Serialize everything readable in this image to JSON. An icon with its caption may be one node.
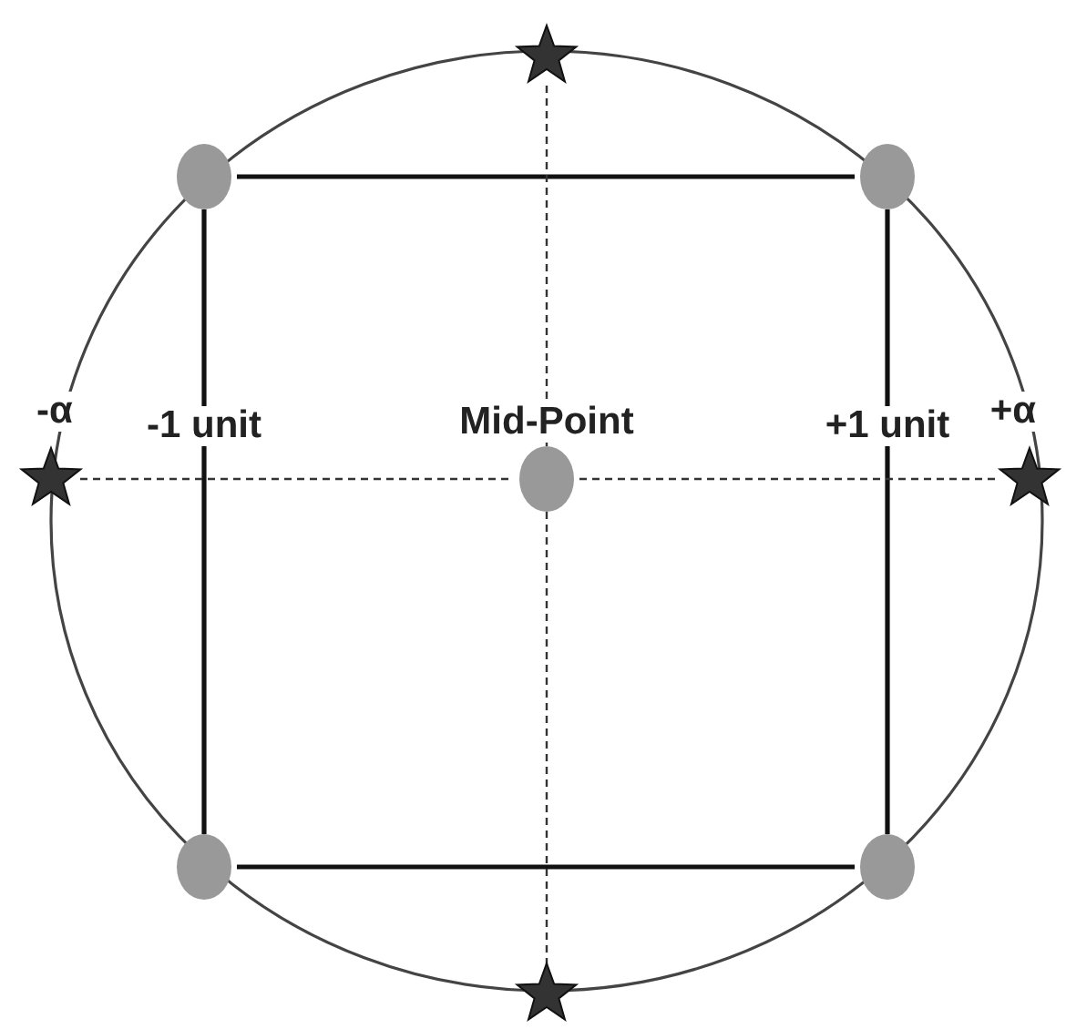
{
  "diagram": {
    "nodes": [
      {
        "text": [],
        "shape": "star"
      },
      {
        "text": [],
        "shape": "circle"
      },
      {
        "text": [],
        "shape": "circle"
      },
      {
        "text": [],
        "shape": "star"
      },
      {
        "text": [],
        "shape": "circle"
      },
      {
        "text": [],
        "shape": "star"
      },
      {
        "text": [],
        "shape": "circle"
      },
      {
        "text": [],
        "shape": "circle"
      },
      {
        "text": [],
        "shape": "star"
      }
    ],
    "edges": [
      {
        "from": 1,
        "to": 2,
        "arrow": "none"
      },
      {
        "from": 2,
        "to": 7,
        "arrow": "none"
      },
      {
        "from": 7,
        "to": 6,
        "arrow": "none"
      },
      {
        "from": 6,
        "to": 1,
        "arrow": "none"
      },
      {
        "from": 3,
        "to": 4,
        "arrow": "none",
        "style": "dashed"
      },
      {
        "from": 4,
        "to": 5,
        "arrow": "none",
        "style": "dashed"
      },
      {
        "from": 0,
        "to": 4,
        "arrow": "none",
        "style": "dashed"
      },
      {
        "from": 4,
        "to": 8,
        "arrow": "none",
        "style": "dashed"
      }
    ],
    "labels": [
      "-α",
      "-1 unit",
      "Mid-Point",
      "+1 unit",
      "+α"
    ]
  }
}
